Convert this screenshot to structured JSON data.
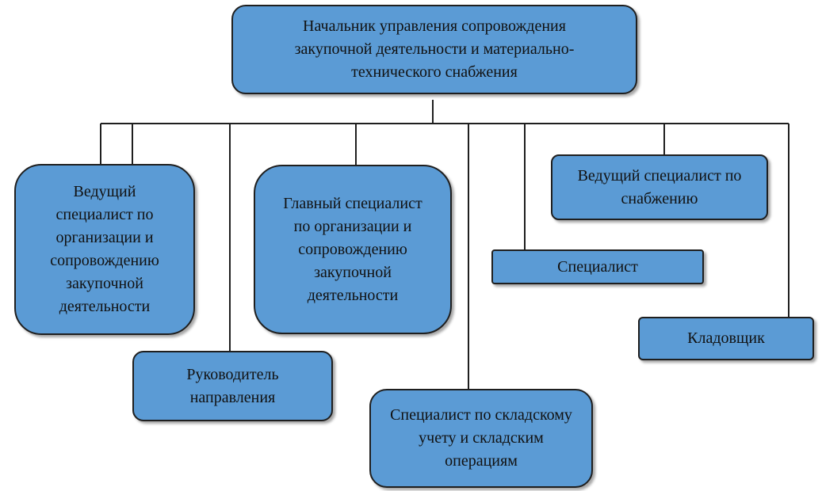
{
  "diagram": {
    "nodes": {
      "head": "Начальник управления сопровождения закупочной деятельности и материально-технического снабжения",
      "lead_procurement": "Ведущий специалист по организации и сопровождению закупочной деятельности",
      "chief_procurement": "Главный специалист по организации и сопровождению закупочной деятельности",
      "lead_supply": "Ведущий специалист по снабжению",
      "specialist": "Специалист",
      "storekeeper": "Кладовщик",
      "director": "Руководитель направления",
      "warehouse_specialist": "Специалист по складскому учету и складским операциям"
    },
    "colors": {
      "box_fill": "#5b9bd5",
      "box_border": "#1f1f1f",
      "line": "#1f1f1f"
    }
  }
}
